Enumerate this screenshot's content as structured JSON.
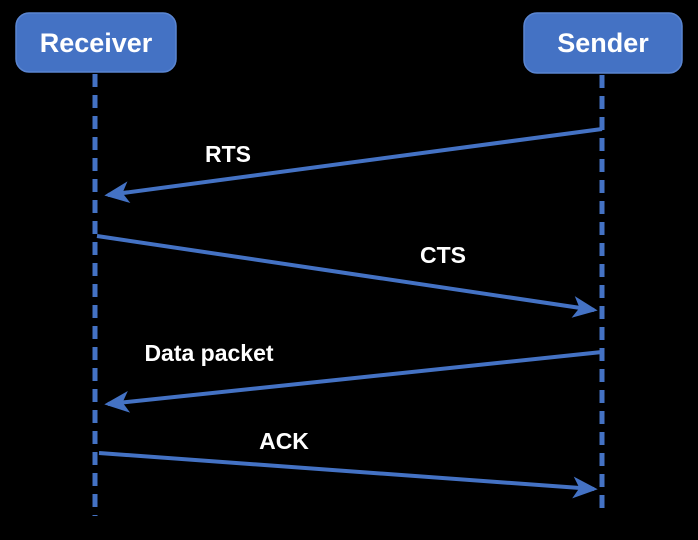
{
  "diagram": {
    "type": "sequence-diagram",
    "actors": [
      {
        "name": "Receiver"
      },
      {
        "name": "Sender"
      }
    ],
    "messages": [
      {
        "label": "RTS",
        "from": "Sender",
        "to": "Receiver"
      },
      {
        "label": "CTS",
        "from": "Receiver",
        "to": "Sender"
      },
      {
        "label": "Data packet",
        "from": "Sender",
        "to": "Receiver"
      },
      {
        "label": "ACK",
        "from": "Receiver",
        "to": "Sender"
      }
    ],
    "colors": {
      "background": "#000000",
      "accent_blue": "#4472C4",
      "label_text": "#FFFFFF"
    }
  }
}
